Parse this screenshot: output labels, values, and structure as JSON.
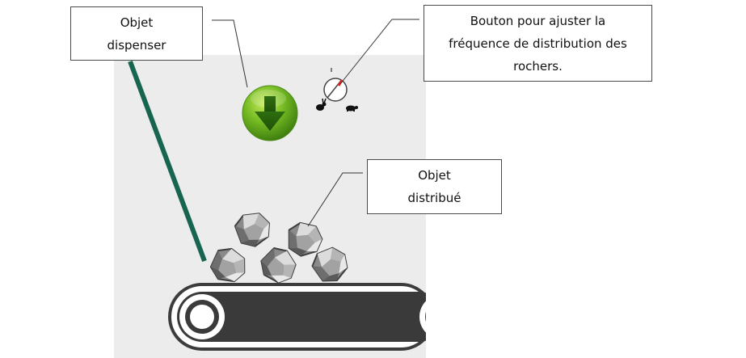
{
  "callouts": {
    "dispenser": "Objet\ndispenser",
    "frequency_button": "Bouton pour ajuster la\nfréquence de distribution des\nrochers.",
    "distributed": "Objet\ndistribué"
  },
  "icons": {
    "dispenser": "green-down-arrow-button-icon",
    "frequency_knob": "speed-dial-rabbit-turtle-icon",
    "rock": "rock-icon",
    "conveyor": "conveyor-belt-icon"
  },
  "colors": {
    "panel_background": "#ececec",
    "ramp": "#17644f",
    "dispenser_green": "#5aa61c",
    "belt": "#3a3a3a",
    "knob_indicator": "#e02020"
  }
}
